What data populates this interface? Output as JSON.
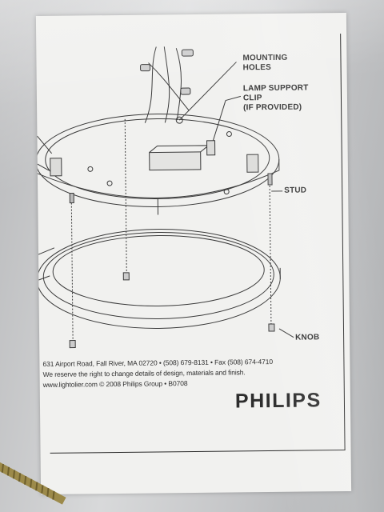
{
  "document": {
    "callouts": {
      "mounting_holes": "MOUNTING\nHOLES",
      "lamp_support_clip": "LAMP SUPPORT\nCLIP\n(IF PROVIDED)",
      "stud": "STUD",
      "knob": "KNOB"
    },
    "footer": {
      "address": "631 Airport Road, Fall River, MA 02720 • (508) 679-8131 • Fax (508) 674-4710",
      "disclaimer": "We reserve the right to change details of design, materials and finish.",
      "web_copyright": "www.lightolier.com © 2008 Philips Group • B0708"
    },
    "brand": "PHILIPS"
  },
  "colors": {
    "paper": "#f1f1ef",
    "ink": "#2b2b2b",
    "bag": "#c9cacb"
  }
}
